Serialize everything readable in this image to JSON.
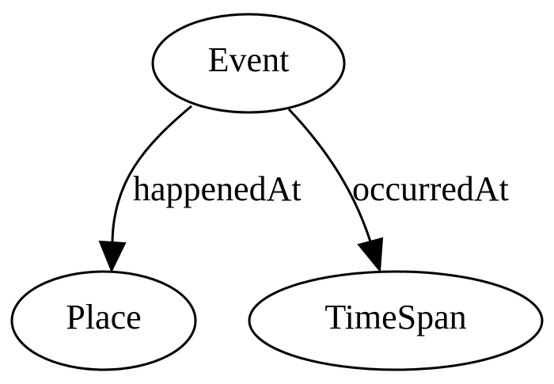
{
  "graph": {
    "nodes": {
      "event": "Event",
      "place": "Place",
      "timespan": "TimeSpan"
    },
    "edges": {
      "event_place": "happenedAt",
      "event_timespan": "occurredAt"
    }
  }
}
